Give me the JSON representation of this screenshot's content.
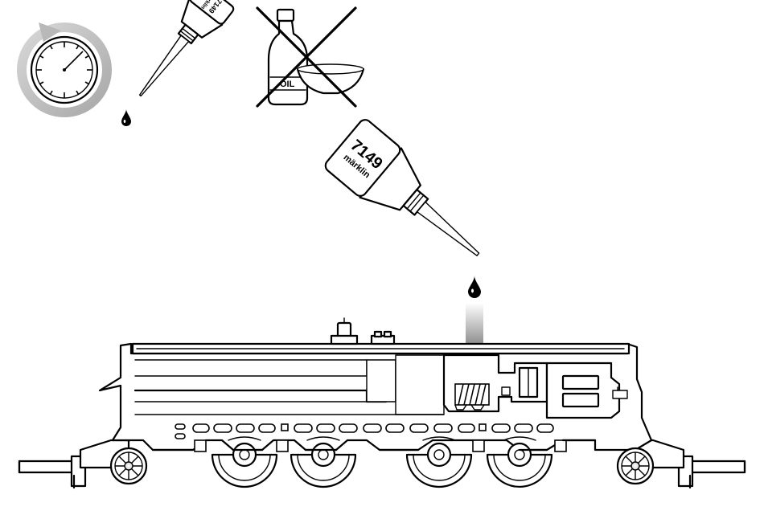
{
  "labels": {
    "bottle_brand": "märklin",
    "bottle_number": "7149",
    "oil_label": "OIL"
  },
  "colors": {
    "line": "#000000",
    "background": "#ffffff",
    "arrow_ring_gray": "#c8c8c8",
    "prohibition_cross": "#000000"
  },
  "icons": {
    "maintenance_interval": "clock-with-circular-arrow-icon",
    "small_oiler": "oil-dispenser-icon",
    "forbidden_oil": "crossed-out-oil-bottle-icon",
    "large_oiler": "oil-dispenser-icon",
    "oil_drop": "oil-drop-icon",
    "flow_arrow": "gradient-down-arrow-icon",
    "locomotive": "locomotive-chassis-icon"
  }
}
